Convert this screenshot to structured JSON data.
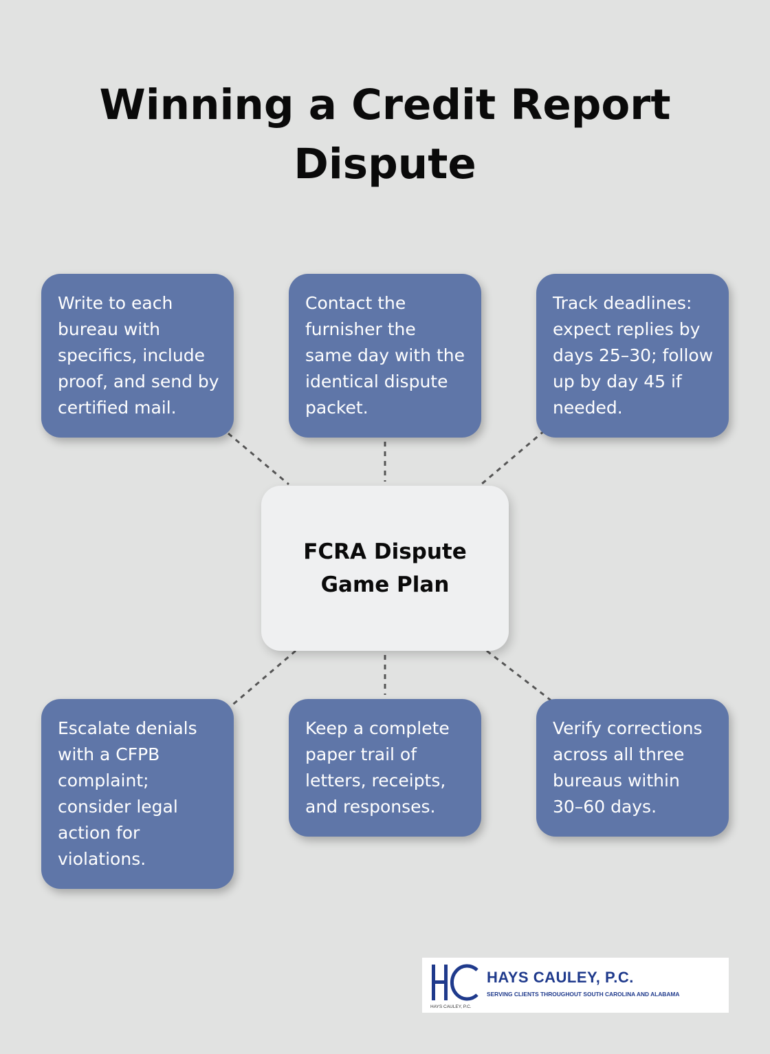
{
  "title": {
    "line1": "Winning a Credit Report",
    "line2": "Dispute"
  },
  "center": {
    "label": "FCRA Dispute Game Plan"
  },
  "steps": [
    {
      "text": "Write to each bureau with specifics, include proof, and send by certified mail."
    },
    {
      "text": "Contact the furnisher the same day with the identical dispute packet."
    },
    {
      "text": "Track deadlines: expect replies by days 25–30; follow up by day 45 if needed."
    },
    {
      "text": "Escalate denials with a CFPB complaint; consider legal action for violations."
    },
    {
      "text": "Keep a complete paper trail of letters, receipts, and responses."
    },
    {
      "text": "Verify corrections across all three bureaus within 30–60 days."
    }
  ],
  "logo": {
    "name": "HAYS CAULEY, P.C.",
    "tagline": "SERVING CLIENTS THROUGHOUT SOUTH CAROLINA AND ALABAMA",
    "small_text": "HAYS CAULEY, P.C."
  },
  "colors": {
    "background": "#e1e2e1",
    "step_box": "#5f76a8",
    "center_box": "#eff0f1",
    "connector": "#555555",
    "logo_blue": "#1f3a8c"
  }
}
